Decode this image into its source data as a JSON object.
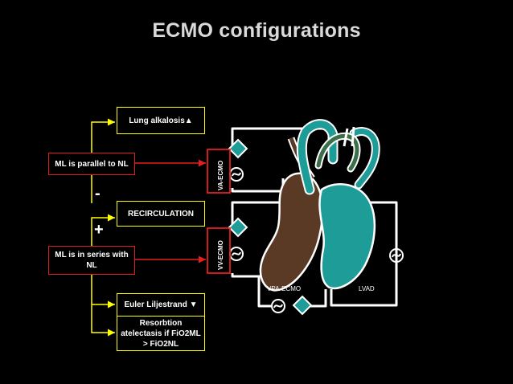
{
  "title": "ECMO configurations",
  "boxes": {
    "lung_alkalosis": "Lung alkalosis▲",
    "parallel": "ML is parallel to NL",
    "recirculation": "RECIRCULATION",
    "series": "ML is in series with NL",
    "euler": "Euler Liljestrand ▼",
    "resorption": "Resorbtion atelectasis if FiO2ML > FiO2NL"
  },
  "signs": {
    "minus": "-",
    "plus": "+"
  },
  "circuit_labels": {
    "va_ecmo": "VA-ECMO",
    "vv_ecmo": "VV-ECMO",
    "vpa_ecmo": "VPA-ECMO",
    "lvad": "LVAD"
  },
  "colors": {
    "accent_yellow": "#ffff00",
    "accent_red": "#e41e1e",
    "heart_brown": "#5a3a24",
    "heart_teal": "#1e9c98",
    "vessel_green": "#3b6f4a"
  }
}
